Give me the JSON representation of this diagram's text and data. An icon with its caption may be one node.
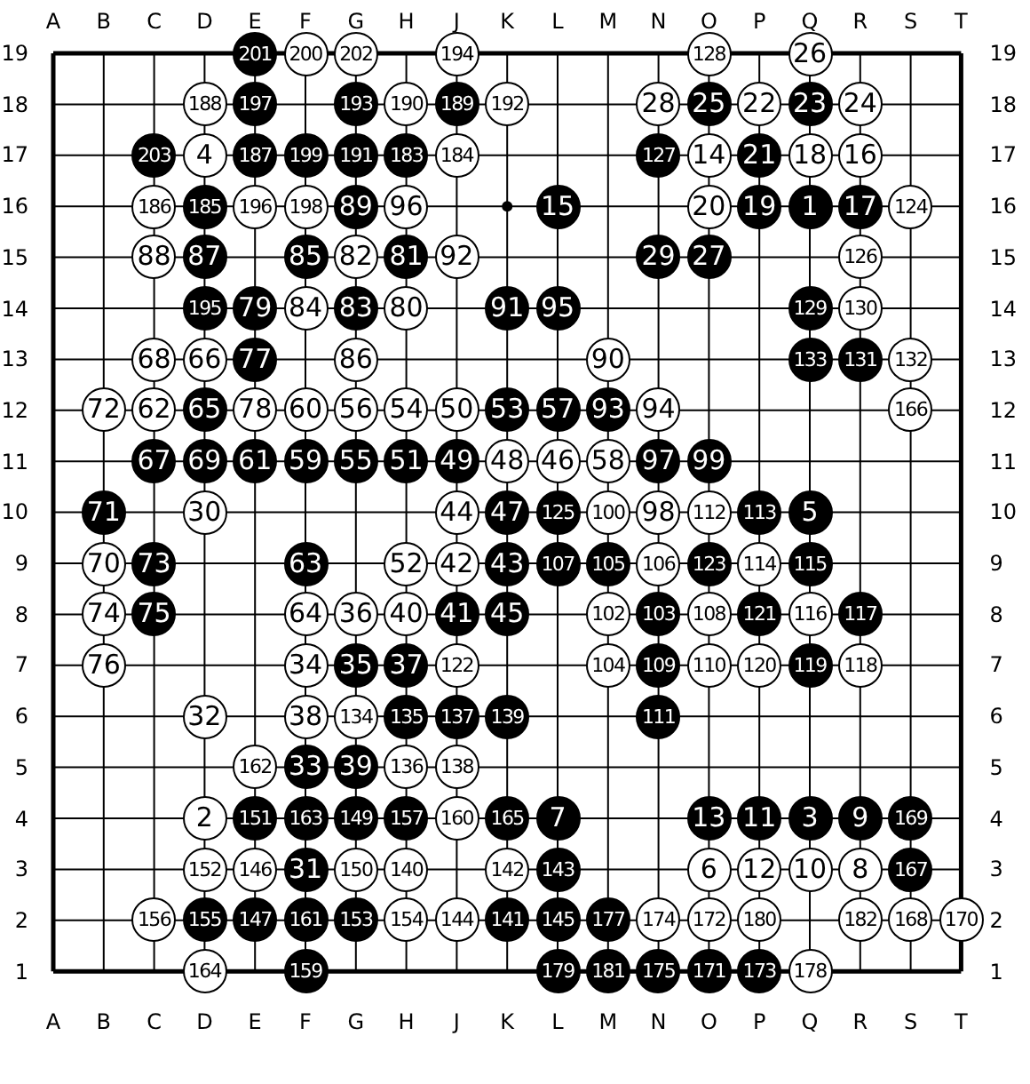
{
  "diagram": {
    "nodes": [
      {
        "text": [
          "201"
        ]
      },
      {
        "text": [
          "200"
        ]
      },
      {
        "text": [
          "202"
        ]
      },
      {
        "text": [
          "194"
        ]
      },
      {
        "text": [
          "128"
        ]
      },
      {
        "text": [
          "26"
        ]
      },
      {
        "text": [
          "188"
        ]
      },
      {
        "text": [
          "197"
        ]
      },
      {
        "text": [
          "193"
        ]
      },
      {
        "text": [
          "190"
        ]
      },
      {
        "text": [
          "189"
        ]
      },
      {
        "text": [
          "192"
        ]
      },
      {
        "text": [
          "28"
        ]
      },
      {
        "text": [
          "25"
        ]
      },
      {
        "text": [
          "22"
        ]
      },
      {
        "text": [
          "23"
        ]
      },
      {
        "text": [
          "24"
        ]
      },
      {
        "text": [
          "203"
        ]
      },
      {
        "text": [
          "4"
        ]
      },
      {
        "text": [
          "187"
        ]
      },
      {
        "text": [
          "199"
        ]
      },
      {
        "text": [
          "191"
        ]
      },
      {
        "text": [
          "183"
        ]
      },
      {
        "text": [
          "184"
        ]
      },
      {
        "text": [
          "127"
        ]
      },
      {
        "text": [
          "14"
        ]
      },
      {
        "text": [
          "21"
        ]
      },
      {
        "text": [
          "18"
        ]
      },
      {
        "text": [
          "16"
        ]
      },
      {
        "text": [
          "186"
        ]
      },
      {
        "text": [
          "185"
        ]
      },
      {
        "text": [
          "196"
        ]
      },
      {
        "text": [
          "198"
        ]
      },
      {
        "text": [
          "89"
        ]
      },
      {
        "text": [
          "96"
        ]
      },
      {
        "text": [
          "15"
        ]
      },
      {
        "text": [
          "20"
        ]
      },
      {
        "text": [
          "19"
        ]
      },
      {
        "text": [
          "1"
        ]
      },
      {
        "text": [
          "17"
        ]
      },
      {
        "text": [
          "124"
        ]
      },
      {
        "text": [
          "88"
        ]
      },
      {
        "text": [
          "87"
        ]
      },
      {
        "text": [
          "85"
        ]
      },
      {
        "text": [
          "82"
        ]
      },
      {
        "text": [
          "81"
        ]
      },
      {
        "text": [
          "92"
        ]
      },
      {
        "text": [
          "29"
        ]
      },
      {
        "text": [
          "27"
        ]
      },
      {
        "text": [
          "126"
        ]
      },
      {
        "text": [
          "195"
        ]
      },
      {
        "text": [
          "79"
        ]
      },
      {
        "text": [
          "84"
        ]
      },
      {
        "text": [
          "83"
        ]
      },
      {
        "text": [
          "80"
        ]
      },
      {
        "text": [
          "91"
        ]
      },
      {
        "text": [
          "95"
        ]
      },
      {
        "text": [
          "129"
        ]
      },
      {
        "text": [
          "130"
        ]
      },
      {
        "text": [
          "68"
        ]
      },
      {
        "text": [
          "66"
        ]
      },
      {
        "text": [
          "77"
        ]
      },
      {
        "text": [
          "86"
        ]
      },
      {
        "text": [
          "90"
        ]
      },
      {
        "text": [
          "133"
        ]
      },
      {
        "text": [
          "131"
        ]
      },
      {
        "text": [
          "132"
        ]
      },
      {
        "text": [
          "72"
        ]
      },
      {
        "text": [
          "62"
        ]
      },
      {
        "text": [
          "65"
        ]
      },
      {
        "text": [
          "78"
        ]
      },
      {
        "text": [
          "60"
        ]
      },
      {
        "text": [
          "56"
        ]
      },
      {
        "text": [
          "54"
        ]
      },
      {
        "text": [
          "50"
        ]
      },
      {
        "text": [
          "53"
        ]
      },
      {
        "text": [
          "57"
        ]
      },
      {
        "text": [
          "93"
        ]
      },
      {
        "text": [
          "94"
        ]
      },
      {
        "text": [
          "166"
        ]
      },
      {
        "text": [
          "67"
        ]
      },
      {
        "text": [
          "69"
        ]
      },
      {
        "text": [
          "61"
        ]
      },
      {
        "text": [
          "59"
        ]
      },
      {
        "text": [
          "55"
        ]
      },
      {
        "text": [
          "51"
        ]
      },
      {
        "text": [
          "49"
        ]
      },
      {
        "text": [
          "48"
        ]
      },
      {
        "text": [
          "46"
        ]
      },
      {
        "text": [
          "58"
        ]
      },
      {
        "text": [
          "97"
        ]
      },
      {
        "text": [
          "99"
        ]
      },
      {
        "text": [
          "71"
        ]
      },
      {
        "text": [
          "30"
        ]
      },
      {
        "text": [
          "44"
        ]
      },
      {
        "text": [
          "47"
        ]
      },
      {
        "text": [
          "125"
        ]
      },
      {
        "text": [
          "100"
        ]
      },
      {
        "text": [
          "98"
        ]
      },
      {
        "text": [
          "112"
        ]
      },
      {
        "text": [
          "113"
        ]
      },
      {
        "text": [
          "5"
        ]
      },
      {
        "text": [
          "70"
        ]
      },
      {
        "text": [
          "73"
        ]
      },
      {
        "text": [
          "63"
        ]
      },
      {
        "text": [
          "52"
        ]
      },
      {
        "text": [
          "42"
        ]
      },
      {
        "text": [
          "43"
        ]
      },
      {
        "text": [
          "107"
        ]
      },
      {
        "text": [
          "105"
        ]
      },
      {
        "text": [
          "106"
        ]
      },
      {
        "text": [
          "123"
        ]
      },
      {
        "text": [
          "114"
        ]
      },
      {
        "text": [
          "115"
        ]
      },
      {
        "text": [
          "74"
        ]
      },
      {
        "text": [
          "75"
        ]
      },
      {
        "text": [
          "64"
        ]
      },
      {
        "text": [
          "36"
        ]
      },
      {
        "text": [
          "40"
        ]
      },
      {
        "text": [
          "41"
        ]
      },
      {
        "text": [
          "45"
        ]
      },
      {
        "text": [
          "102"
        ]
      },
      {
        "text": [
          "103"
        ]
      },
      {
        "text": [
          "108"
        ]
      },
      {
        "text": [
          "121"
        ]
      },
      {
        "text": [
          "116"
        ]
      },
      {
        "text": [
          "117"
        ]
      },
      {
        "text": [
          "76"
        ]
      },
      {
        "text": [
          "34"
        ]
      },
      {
        "text": [
          "35"
        ]
      },
      {
        "text": [
          "37"
        ]
      },
      {
        "text": [
          "122"
        ]
      },
      {
        "text": [
          "104"
        ]
      },
      {
        "text": [
          "109"
        ]
      },
      {
        "text": [
          "110"
        ]
      },
      {
        "text": [
          "120"
        ]
      },
      {
        "text": [
          "119"
        ]
      },
      {
        "text": [
          "118"
        ]
      },
      {
        "text": [
          "32"
        ]
      },
      {
        "text": [
          "38"
        ]
      },
      {
        "text": [
          "134"
        ]
      },
      {
        "text": [
          "135"
        ]
      },
      {
        "text": [
          "137"
        ]
      },
      {
        "text": [
          "139"
        ]
      },
      {
        "text": [
          "111"
        ]
      },
      {
        "text": [
          "162"
        ]
      },
      {
        "text": [
          "33"
        ]
      },
      {
        "text": [
          "39"
        ]
      },
      {
        "text": [
          "136"
        ]
      },
      {
        "text": [
          "138"
        ]
      },
      {
        "text": [
          "2"
        ]
      },
      {
        "text": [
          "151"
        ]
      },
      {
        "text": [
          "163"
        ]
      },
      {
        "text": [
          "149"
        ]
      },
      {
        "text": [
          "157"
        ]
      },
      {
        "text": [
          "160"
        ]
      },
      {
        "text": [
          "165"
        ]
      },
      {
        "text": [
          "7"
        ]
      },
      {
        "text": [
          "13"
        ]
      },
      {
        "text": [
          "11"
        ]
      },
      {
        "text": [
          "3"
        ]
      },
      {
        "text": [
          "9"
        ]
      },
      {
        "text": [
          "169"
        ]
      },
      {
        "text": [
          "152"
        ]
      },
      {
        "text": [
          "146"
        ]
      },
      {
        "text": [
          "31"
        ]
      },
      {
        "text": [
          "150"
        ]
      },
      {
        "text": [
          "140"
        ]
      },
      {
        "text": [
          "142"
        ]
      },
      {
        "text": [
          "143"
        ]
      },
      {
        "text": [
          "6"
        ]
      },
      {
        "text": [
          "12"
        ]
      },
      {
        "text": [
          "10"
        ]
      },
      {
        "text": [
          "8"
        ]
      },
      {
        "text": [
          "167"
        ]
      },
      {
        "text": [
          "156"
        ]
      },
      {
        "text": [
          "155"
        ]
      },
      {
        "text": [
          "147"
        ]
      },
      {
        "text": [
          "161"
        ]
      },
      {
        "text": [
          "153"
        ]
      },
      {
        "text": [
          "154"
        ]
      },
      {
        "text": [
          "144"
        ]
      },
      {
        "text": [
          "141"
        ]
      },
      {
        "text": [
          "145"
        ]
      },
      {
        "text": [
          "177"
        ]
      },
      {
        "text": [
          "174"
        ]
      },
      {
        "text": [
          "172"
        ]
      },
      {
        "text": [
          "180"
        ]
      },
      {
        "text": [
          "182"
        ]
      },
      {
        "text": [
          "168"
        ]
      },
      {
        "text": [
          "170"
        ]
      },
      {
        "text": [
          "164"
        ]
      },
      {
        "text": [
          "159"
        ]
      },
      {
        "text": [
          "179"
        ]
      },
      {
        "text": [
          "181"
        ]
      },
      {
        "text": [
          "175"
        ]
      },
      {
        "text": [
          "171"
        ]
      },
      {
        "text": [
          "173"
        ]
      },
      {
        "text": [
          "178"
        ]
      }
    ],
    "labels": [
      "A",
      "B",
      "C",
      "D",
      "E",
      "F",
      "G",
      "H",
      "J",
      "K",
      "L",
      "M",
      "N",
      "O",
      "P",
      "Q",
      "R",
      "S",
      "T",
      "19",
      "19",
      "18",
      "18",
      "17",
      "17",
      "16",
      "16",
      "15",
      "15",
      "14",
      "14",
      "13",
      "13",
      "12",
      "12",
      "11",
      "11",
      "10",
      "10",
      "9",
      "9",
      "8",
      "8",
      "7",
      "7",
      "6",
      "6",
      "5",
      "5",
      "4",
      "4",
      "3",
      "3",
      "2",
      "2",
      "1",
      "1",
      "A",
      "B",
      "C",
      "D",
      "E",
      "F",
      "G",
      "H",
      "J",
      "K",
      "L",
      "M",
      "N",
      "O",
      "P",
      "Q",
      "R",
      "S",
      "T"
    ]
  }
}
